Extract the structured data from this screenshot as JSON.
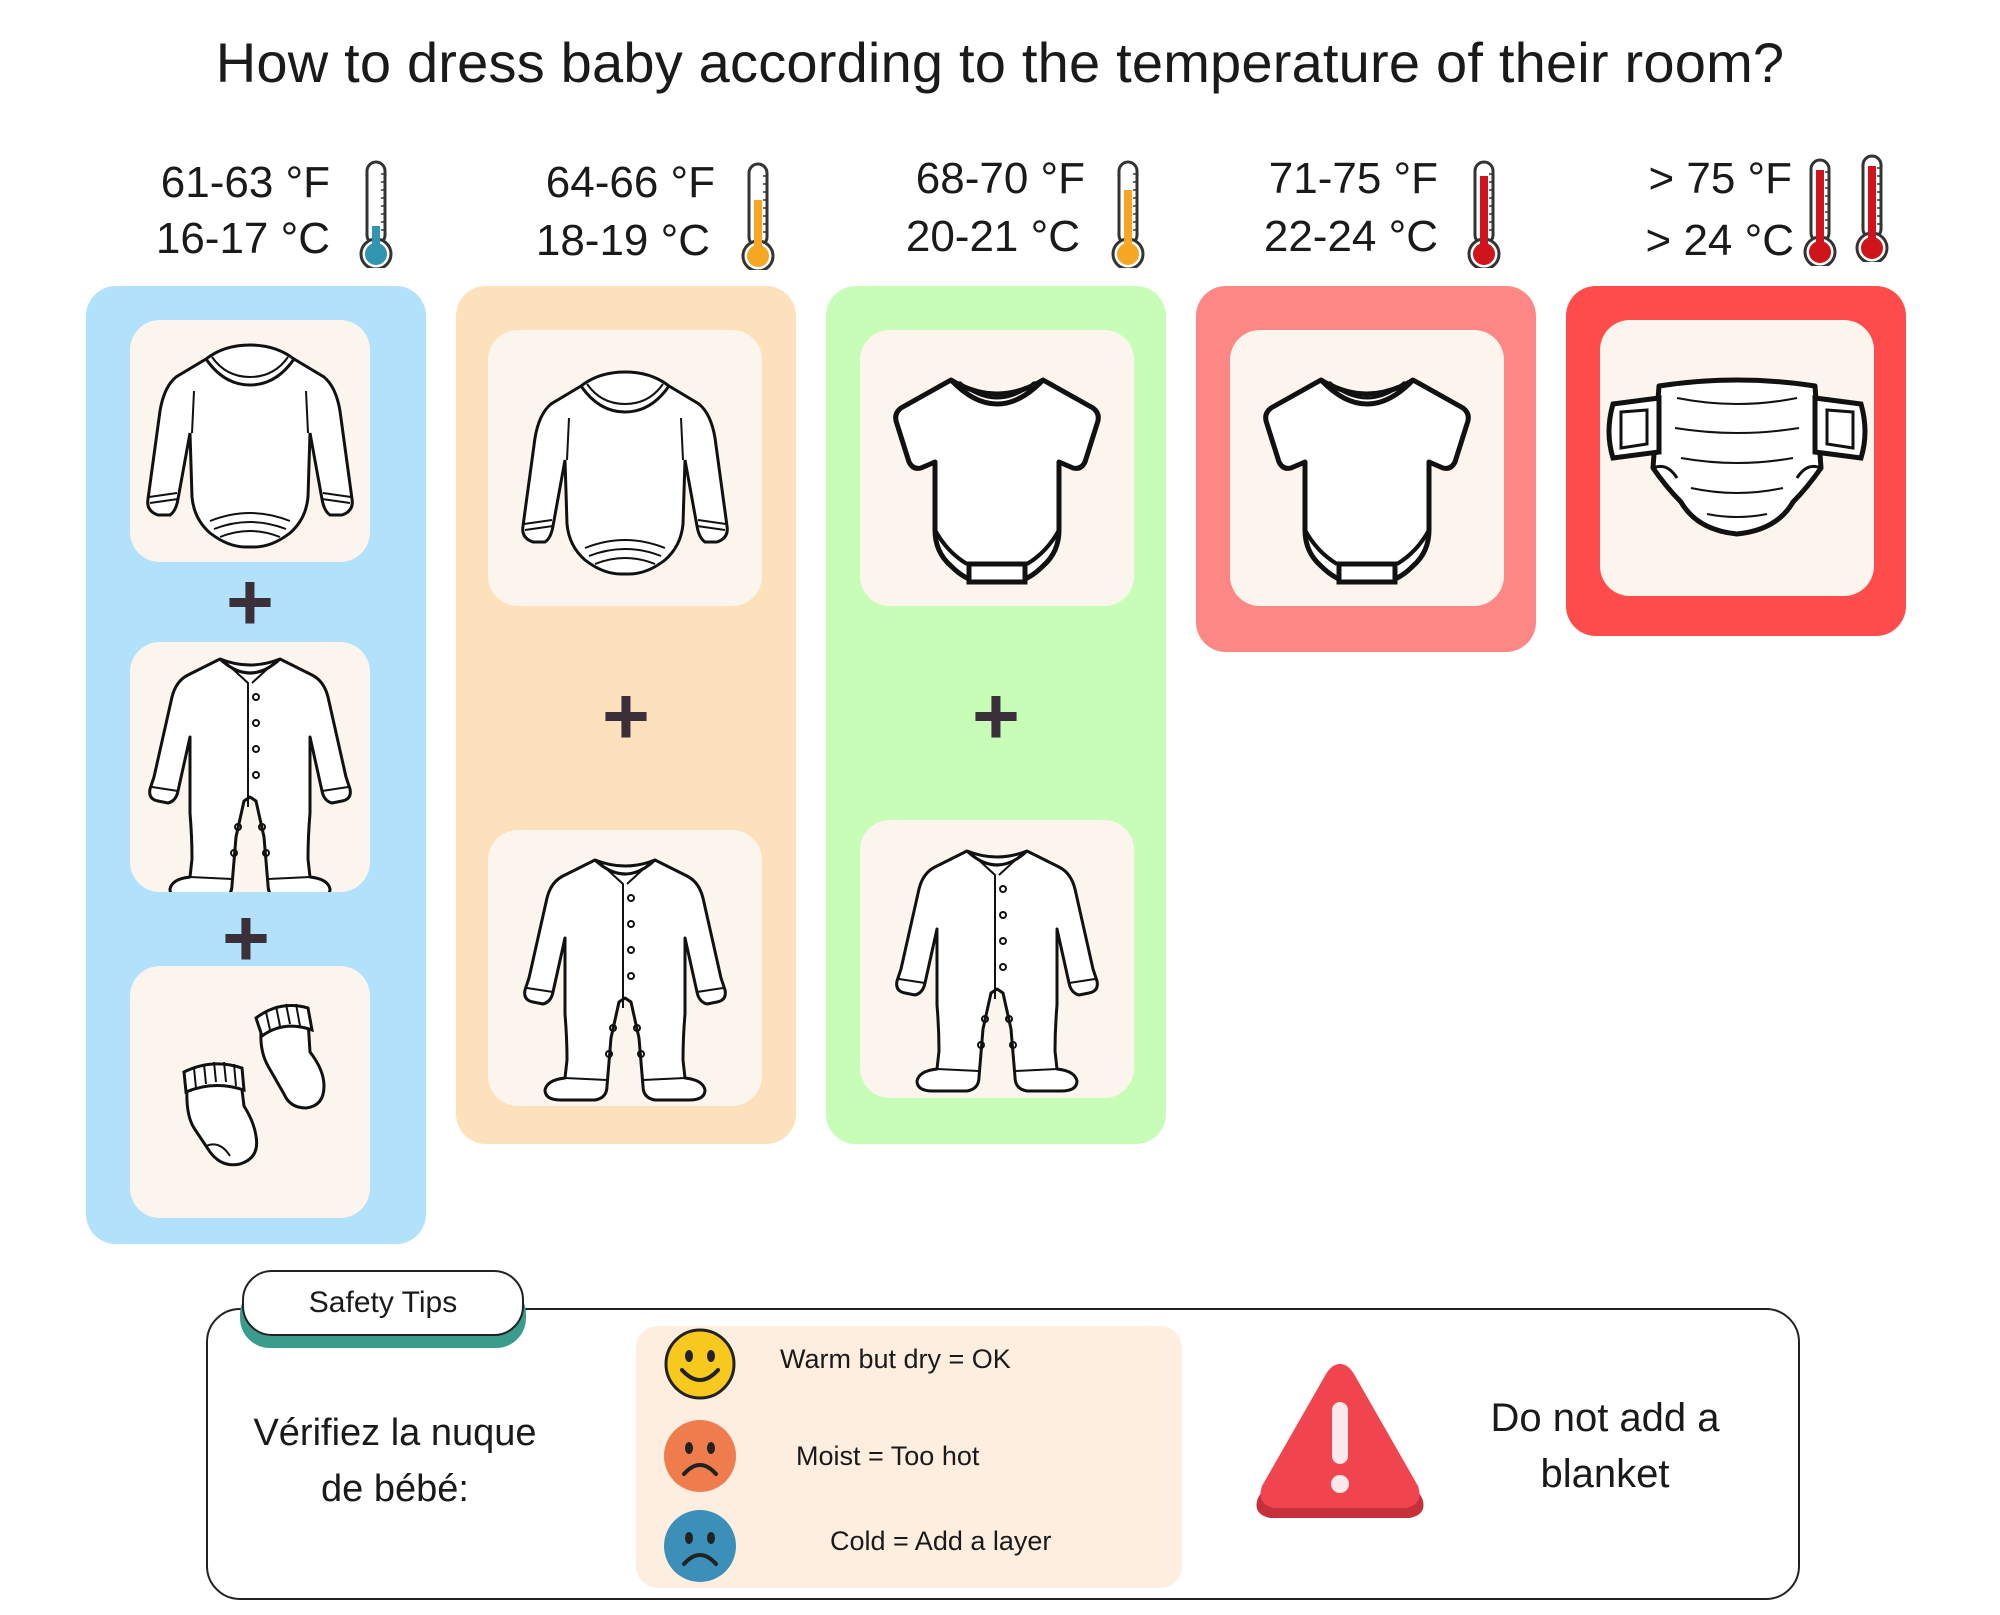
{
  "title": "How to dress baby according to the temperature of their room?",
  "colors": {
    "cold": "#b1e1fb",
    "cool": "#fde0bc",
    "ideal": "#c8fdb8",
    "warm": "#fd8785",
    "hot": "#fd4c4b",
    "card": "#fcf5ee",
    "tab_accent": "#3a9c8c",
    "neck_box": "#fdeee0"
  },
  "temperature_columns": [
    {
      "fahrenheit": "61-63 °F",
      "celsius": "16-17 °C",
      "thermometer": "thermometer-cold-icon",
      "items": [
        "long-sleeve-bodysuit-icon",
        "footed-sleeper-icon",
        "socks-icon"
      ]
    },
    {
      "fahrenheit": "64-66 °F",
      "celsius": "18-19 °C",
      "thermometer": "thermometer-medium-icon",
      "items": [
        "long-sleeve-bodysuit-icon",
        "footed-sleeper-icon"
      ]
    },
    {
      "fahrenheit": "68-70 °F",
      "celsius": "20-21 °C",
      "thermometer": "thermometer-medium-icon",
      "items": [
        "short-sleeve-bodysuit-icon",
        "footed-sleeper-icon"
      ]
    },
    {
      "fahrenheit": "71-75 °F",
      "celsius": "22-24 °C",
      "thermometer": "thermometer-hot-icon",
      "items": [
        "short-sleeve-bodysuit-icon"
      ]
    },
    {
      "fahrenheit": "> 75 °F",
      "celsius": "> 24 °C",
      "thermometer": "thermometer-hot-icon",
      "items": [
        "diaper-icon"
      ]
    }
  ],
  "plus_sign": "+",
  "safety": {
    "tab_label": "Safety Tips",
    "check_text": "Vérifiez la nuque de bébé:",
    "check_line1": "Vérifiez la nuque",
    "check_line2": "de bébé:",
    "states": [
      {
        "label": "Warm but dry = OK",
        "icon": "happy-face-icon",
        "color": "#f7c81e"
      },
      {
        "label": "Moist = Too hot",
        "icon": "sad-face-orange-icon",
        "color": "#ee7c4c"
      },
      {
        "label": "Cold = Add a layer",
        "icon": "sad-face-blue-icon",
        "color": "#3c8fb8"
      }
    ],
    "blanket_line1": "Do not add a",
    "blanket_line2": "blanket",
    "warning_icon": "warning-triangle-icon"
  }
}
